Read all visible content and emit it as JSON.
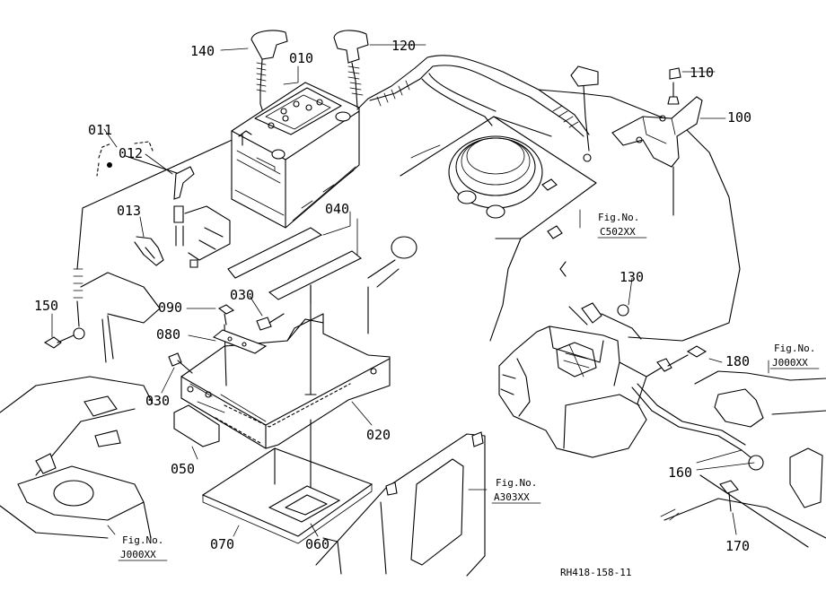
{
  "diagram": {
    "part_labels": [
      {
        "id": "p140",
        "text": "140"
      },
      {
        "id": "p010",
        "text": "010"
      },
      {
        "id": "p120",
        "text": "120"
      },
      {
        "id": "p110",
        "text": "110"
      },
      {
        "id": "p100",
        "text": "100"
      },
      {
        "id": "p011",
        "text": "011"
      },
      {
        "id": "p012",
        "text": "012"
      },
      {
        "id": "p013",
        "text": "013"
      },
      {
        "id": "p040",
        "text": "040"
      },
      {
        "id": "p150",
        "text": "150"
      },
      {
        "id": "p090",
        "text": "090"
      },
      {
        "id": "p030a",
        "text": "030"
      },
      {
        "id": "p080",
        "text": "080"
      },
      {
        "id": "p030b",
        "text": "030"
      },
      {
        "id": "p130",
        "text": "130"
      },
      {
        "id": "p180",
        "text": "180"
      },
      {
        "id": "p020",
        "text": "020"
      },
      {
        "id": "p050",
        "text": "050"
      },
      {
        "id": "p160",
        "text": "160"
      },
      {
        "id": "p070",
        "text": "070"
      },
      {
        "id": "p060",
        "text": "060"
      },
      {
        "id": "p170",
        "text": "170"
      }
    ],
    "fig_refs": [
      {
        "id": "c502",
        "label": "Fig.No.",
        "code": "C502XX"
      },
      {
        "id": "j000r",
        "label": "Fig.No.",
        "code": "J000XX"
      },
      {
        "id": "a303",
        "label": "Fig.No.",
        "code": "A303XX"
      },
      {
        "id": "j000l",
        "label": "Fig.No.",
        "code": "J000XX"
      }
    ],
    "drawing_code": "RH418-158-11"
  }
}
